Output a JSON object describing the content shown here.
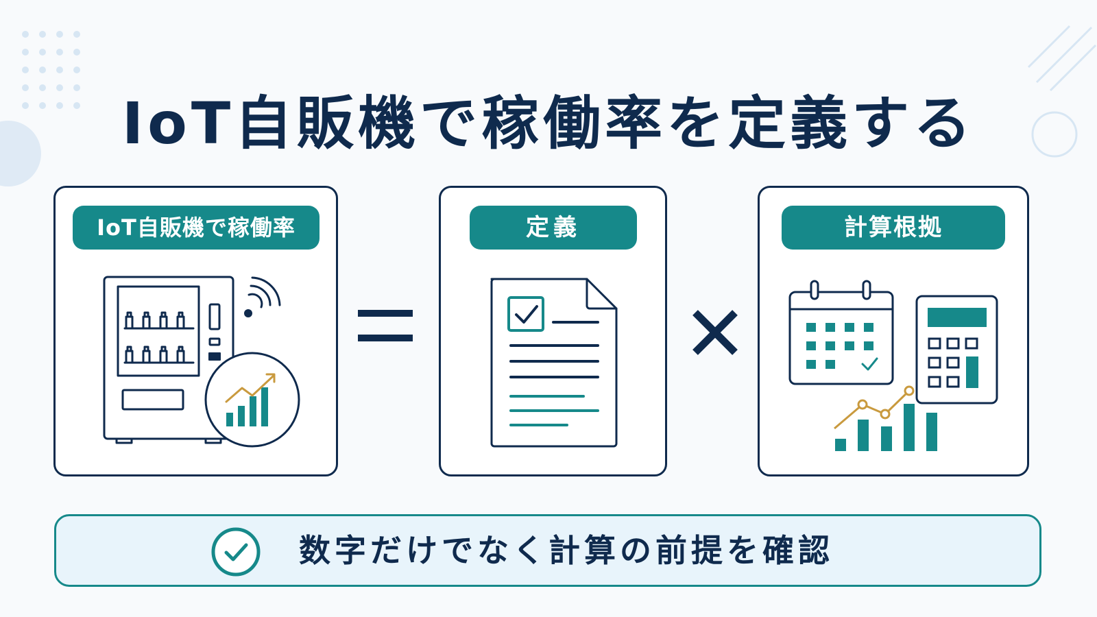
{
  "title": "IoT自販機で稼働率を定義する",
  "equation": {
    "equals_symbol": "=",
    "times_symbol": "×"
  },
  "cards": [
    {
      "label": "IoT自販機で稼働率",
      "icon": "vending-machine-icon"
    },
    {
      "label": "定義",
      "icon": "document-checklist-icon"
    },
    {
      "label": "計算根拠",
      "icon": "calendar-calculator-chart-icon"
    }
  ],
  "banner": {
    "text": "数字だけでなく計算の前提を確認",
    "icon": "check-circle-icon"
  },
  "colors": {
    "navy": "#0f2a4d",
    "teal": "#16898a",
    "gold": "#c99a3e",
    "background": "#f8fafc",
    "banner_bg": "#e8f4fb",
    "decor_blue": "#d7e6f3"
  }
}
